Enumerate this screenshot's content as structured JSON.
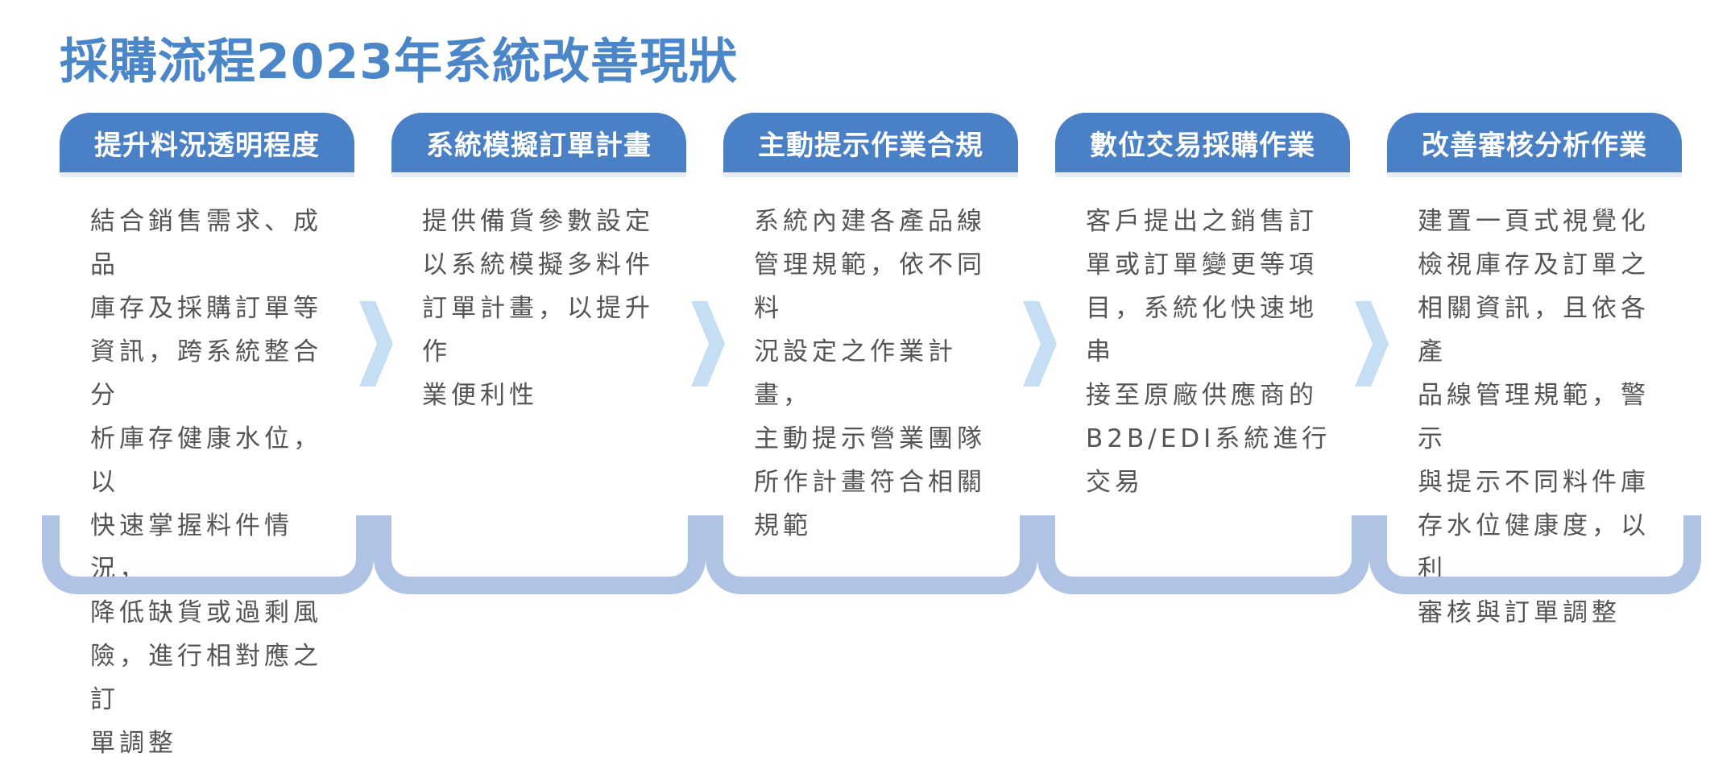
{
  "page_title": "採購流程2023年系統改善現狀",
  "colors": {
    "title": "#4a86c8",
    "header_bg": "#4a80c5",
    "bracket": "#b1c3e5",
    "arrow": "#c6def4",
    "body_text": "#555555"
  },
  "steps": [
    {
      "title": "提升料況透明程度",
      "description": "結合銷售需求、成品\n庫存及採購訂單等\n資訊，跨系統整合分\n析庫存健康水位，以\n快速掌握料件情況，\n降低缺貨或過剩風\n險，進行相對應之訂\n單調整"
    },
    {
      "title": "系統模擬訂單計畫",
      "description": "提供備貨參數設定\n以系統模擬多料件\n訂單計畫，以提升作\n業便利性"
    },
    {
      "title": "主動提示作業合規",
      "description": "系統內建各產品線\n管理規範，依不同料\n況設定之作業計畫，\n主動提示營業團隊\n所作計畫符合相關\n規範"
    },
    {
      "title": "數位交易採購作業",
      "description": "客戶提出之銷售訂\n單或訂單變更等項\n目，系統化快速地串\n接至原廠供應商的\nB2B/EDI系統進行\n交易"
    },
    {
      "title": "改善審核分析作業",
      "description": "建置一頁式視覺化\n檢視庫存及訂單之\n相關資訊，且依各產\n品線管理規範，警示\n與提示不同料件庫\n存水位健康度，以利\n審核與訂單調整"
    }
  ]
}
